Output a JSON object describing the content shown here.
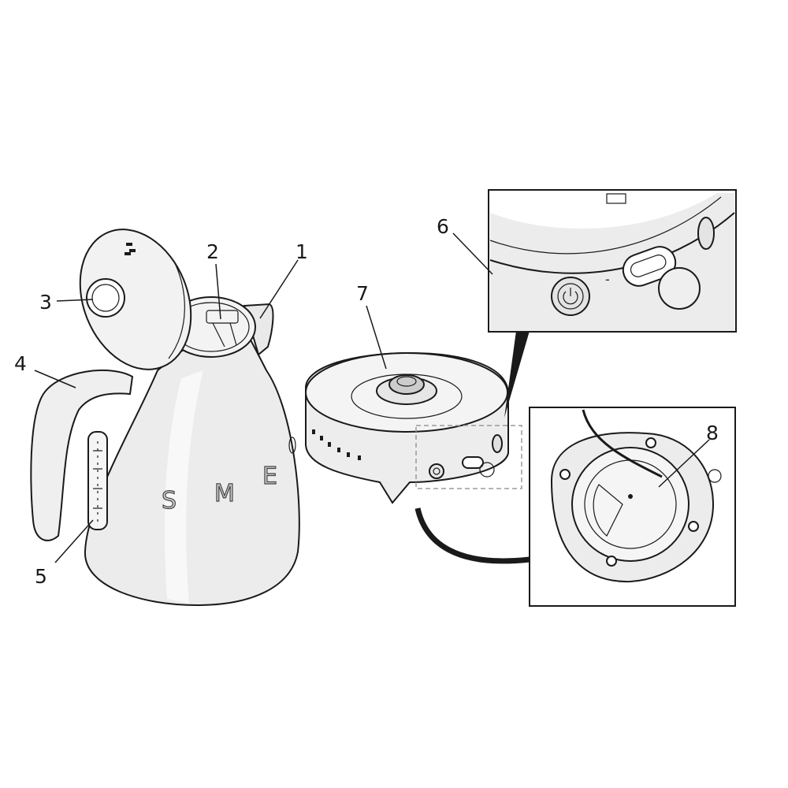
{
  "callouts": {
    "n1": "1",
    "n2": "2",
    "n3": "3",
    "n4": "4",
    "n5": "5",
    "n6": "6",
    "n7": "7",
    "n8": "8"
  },
  "brand": {
    "letter1": "S",
    "letter2": "M",
    "letter3": "E"
  },
  "colors": {
    "body_fill": "#ececec",
    "light_fill": "#f5f5f5",
    "line": "#1a1a1a",
    "dashed_box": "#9a9a9a"
  },
  "icons": [
    "power-icon",
    "switch-icon",
    "water-level-icon"
  ]
}
